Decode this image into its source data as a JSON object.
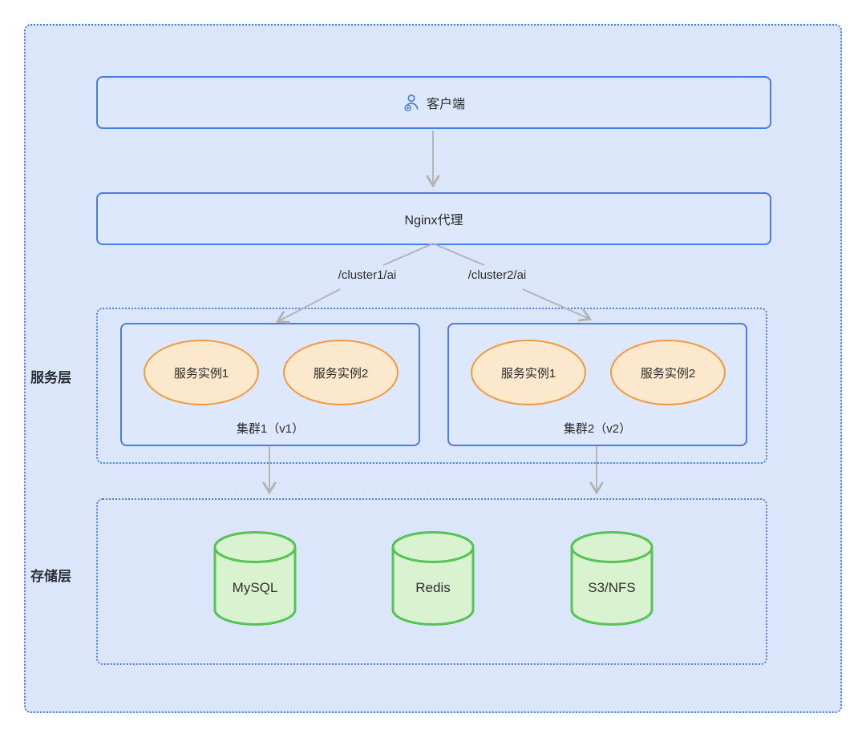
{
  "diagram": {
    "title": "service-architecture-diagram",
    "client": {
      "label": "客户端",
      "icon": "user-icon"
    },
    "nginx": {
      "label": "Nginx代理"
    },
    "routes": [
      {
        "label": "/cluster1/ai"
      },
      {
        "label": "/cluster2/ai"
      }
    ],
    "service_layer": {
      "label": "服务层",
      "clusters": [
        {
          "label": "集群1（v1）",
          "instances": [
            "服务实例1",
            "服务实例2"
          ]
        },
        {
          "label": "集群2（v2）",
          "instances": [
            "服务实例1",
            "服务实例2"
          ]
        }
      ]
    },
    "storage_layer": {
      "label": "存储层",
      "stores": [
        "MySQL",
        "Redis",
        "S3/NFS"
      ]
    },
    "colors": {
      "canvas_fill": "#dbe6fb",
      "box_border": "#4a7ce8",
      "dotted_border": "#4e80f0",
      "instance_fill": "#fce8cd",
      "instance_border": "#f2993f",
      "store_fill": "#d9f2d0",
      "store_border": "#55c455",
      "arrow": "#b3b3b3",
      "text": "#2b2b2b"
    }
  }
}
